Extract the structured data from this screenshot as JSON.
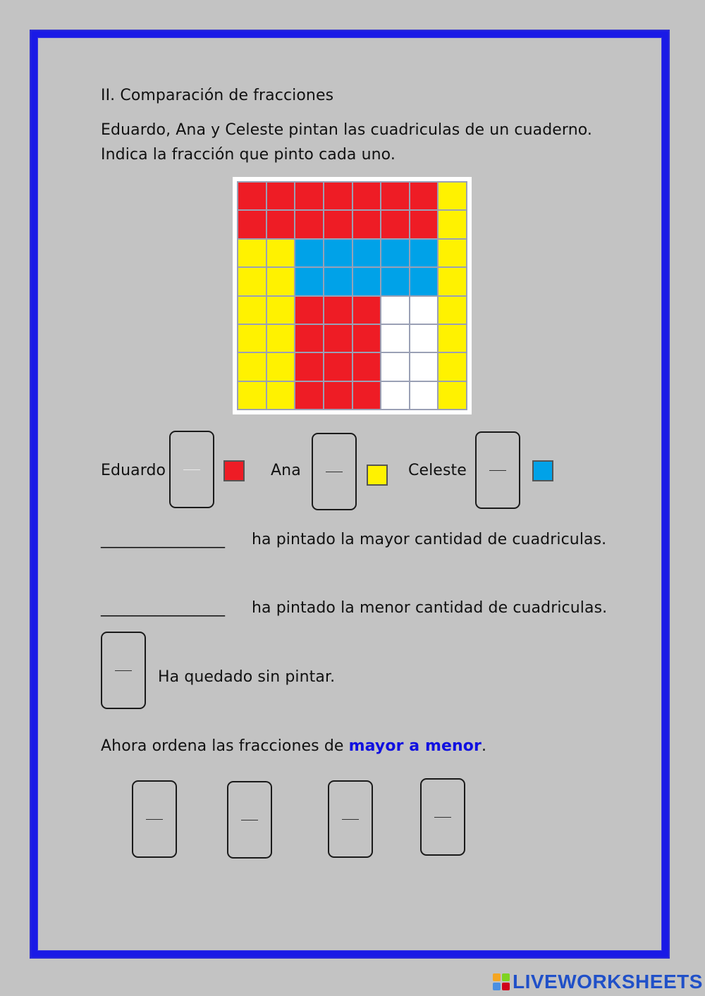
{
  "section_title": "II. Comparación de fracciones",
  "intro_line1": "Eduardo, Ana y Celeste pintan las cuadriculas de un cuaderno.",
  "intro_line2": "Indica la fracción que pinto cada uno.",
  "colors": {
    "red": "#ee1c25",
    "yellow": "#fff200",
    "blue": "#00a2e8",
    "white": "#ffffff",
    "frame": "#1a1ae6"
  },
  "grid": [
    [
      "red",
      "red",
      "red",
      "red",
      "red",
      "red",
      "red",
      "yellow"
    ],
    [
      "red",
      "red",
      "red",
      "red",
      "red",
      "red",
      "red",
      "yellow"
    ],
    [
      "yellow",
      "yellow",
      "blue",
      "blue",
      "blue",
      "blue",
      "blue",
      "yellow"
    ],
    [
      "yellow",
      "yellow",
      "blue",
      "blue",
      "blue",
      "blue",
      "blue",
      "yellow"
    ],
    [
      "yellow",
      "yellow",
      "red",
      "red",
      "red",
      "white",
      "white",
      "yellow"
    ],
    [
      "yellow",
      "yellow",
      "red",
      "red",
      "red",
      "white",
      "white",
      "yellow"
    ],
    [
      "yellow",
      "yellow",
      "red",
      "red",
      "red",
      "white",
      "white",
      "yellow"
    ],
    [
      "yellow",
      "yellow",
      "red",
      "red",
      "red",
      "white",
      "white",
      "yellow"
    ]
  ],
  "people": {
    "eduardo": "Eduardo",
    "ana": "Ana",
    "celeste": "Celeste"
  },
  "blank_line": "________________",
  "mayor_text": "ha pintado la mayor cantidad de cuadriculas.",
  "menor_text": "ha pintado la menor cantidad de cuadriculas.",
  "sin_pintar_text": "Ha quedado sin pintar.",
  "order_prefix": "Ahora ordena las fracciones de ",
  "order_highlight": "mayor a menor",
  "order_suffix": ".",
  "logo_text": "LIVEWORKSHEETS"
}
